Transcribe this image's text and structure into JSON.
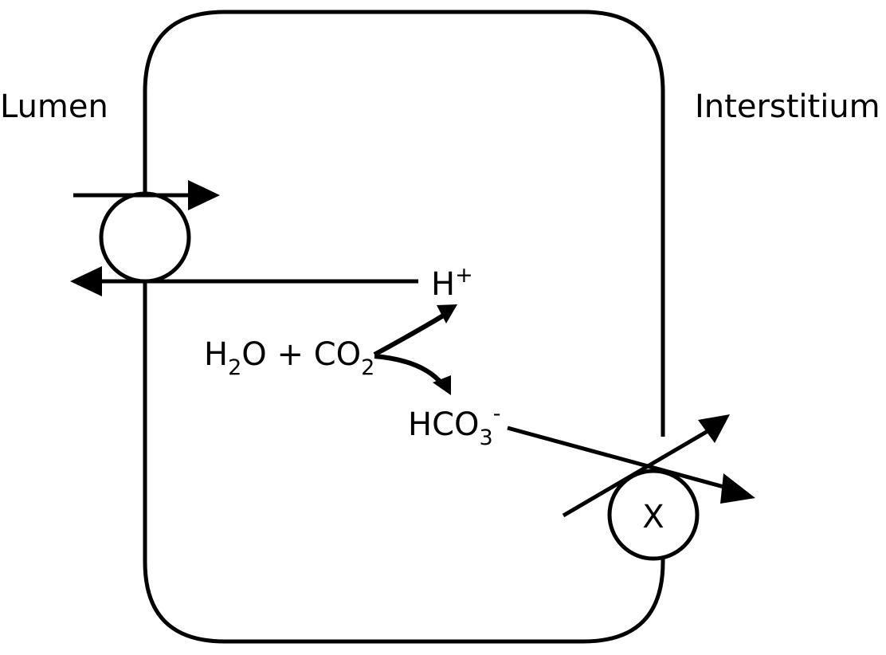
{
  "labels": {
    "lumen": "Lumen",
    "interstitium": "Interstitium",
    "hplus_base": "H",
    "hplus_sup": "+",
    "water_h": "H",
    "water_sub": "2",
    "water_o": "O + CO",
    "co2_sub": "2",
    "bicarb_base": "HCO",
    "bicarb_sub": "3",
    "bicarb_sup": "-",
    "transporter_x": "X"
  },
  "colors": {
    "stroke": "#000000",
    "background": "#ffffff"
  }
}
